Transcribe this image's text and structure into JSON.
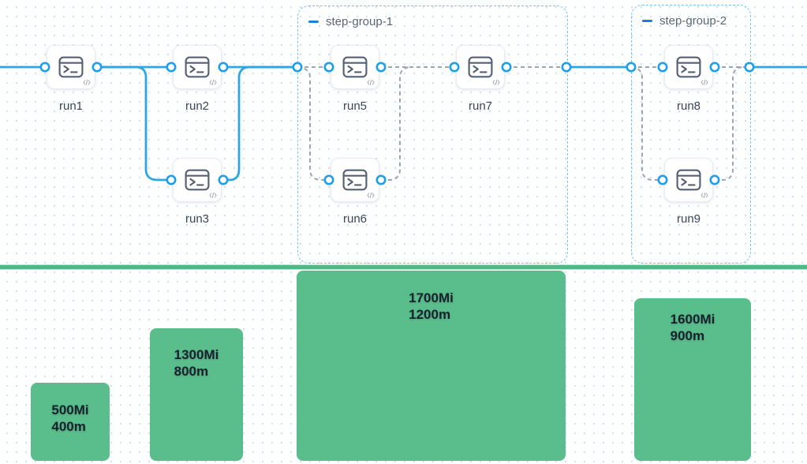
{
  "theme": {
    "edge_blue": "#2da6e4",
    "handle_blue": "#1f9ee9",
    "edge_gray": "#9ea5ae",
    "group_border": "#7ac3ec",
    "group_dash_icon": "#1c7ed6",
    "bar_green": "#5abd8c",
    "divider_green": "#4eb886",
    "node_icon": "#556073",
    "label_color": "#3c4656",
    "group_label_color": "#5b6675"
  },
  "workflow": {
    "nodes": [
      {
        "id": "run1",
        "label": "run1",
        "icon": "terminal-icon"
      },
      {
        "id": "run2",
        "label": "run2",
        "icon": "terminal-icon"
      },
      {
        "id": "run3",
        "label": "run3",
        "icon": "terminal-icon"
      },
      {
        "id": "run5",
        "label": "run5",
        "icon": "terminal-icon"
      },
      {
        "id": "run6",
        "label": "run6",
        "icon": "terminal-icon"
      },
      {
        "id": "run7",
        "label": "run7",
        "icon": "terminal-icon"
      },
      {
        "id": "run8",
        "label": "run8",
        "icon": "terminal-icon"
      },
      {
        "id": "run9",
        "label": "run9",
        "icon": "terminal-icon"
      }
    ],
    "groups": [
      {
        "label": "step-group-1"
      },
      {
        "label": "step-group-2"
      }
    ]
  },
  "resources": {
    "bars": [
      {
        "memory": "500Mi",
        "cpu": "400m"
      },
      {
        "memory": "1300Mi",
        "cpu": "800m"
      },
      {
        "memory": "1700Mi",
        "cpu": "1200m"
      },
      {
        "memory": "1600Mi",
        "cpu": "900m"
      }
    ]
  },
  "chart_data": {
    "type": "bar",
    "note": "resource bars under workflow nodes",
    "series": [
      {
        "name": "memory_Mi",
        "values": [
          500,
          1300,
          1700,
          1600
        ]
      },
      {
        "name": "cpu_m",
        "values": [
          400,
          800,
          1200,
          900
        ]
      }
    ]
  }
}
